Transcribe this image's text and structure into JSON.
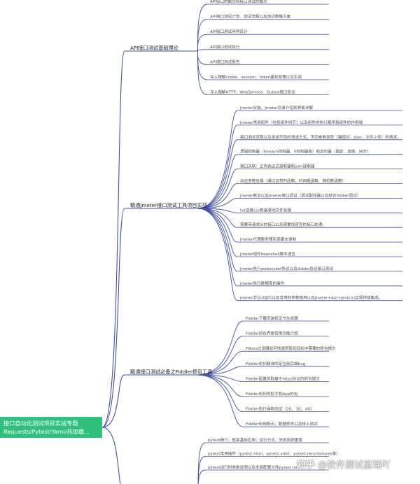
{
  "root": {
    "line1": "接口自动化测试项目实战专题",
    "line2": "Requests/Pytest/Yaml/热加载..."
  },
  "colors": {
    "root_bg": "#2fc07e",
    "line": "#3f4fa8"
  },
  "branches": [
    {
      "label": "API接口测试基础理论",
      "children": [
        "API接口的概念和接口测试的概念",
        "API接口测试计划、测试流程以及测试策略方案",
        "API接口测试用例设计",
        "API接口测试执行",
        "API接口测试报告",
        "深入理解cooke、session、token鉴权原理以及实战",
        "深入理解HTTP、WebService、Dubbo接口协议"
      ]
    },
    {
      "label": "精通Jmeter接口测试工具项目实战",
      "children": [
        "Jmeter安装、Jmeter目录介绍和界面详解",
        "Jmeter常用组件（包括组件树节）以及组件的执行顺序和组件的作用域",
        "接口测试流程以及发送不同的请求方式、不同参数类型（键值对、json、文件上传）的请求。",
        "逻辑控制器（foreach控制器、if控制器等）和定时器（固定、高斯、同步）",
        "接口关联：正则表达式提取器和json提取器",
        "动态参数处理（通过自带的函数，时间戳函数、随机数函数）",
        "Jmeter断言以及Jmeter接口调试（调试取样器以及结合fiddler调试）",
        "txt或者csv数据驱动文件处理",
        "需要带请求头的接口以及需要加密签的接口处理。",
        "Jmeter代理服务器实现脚本录制",
        "Jmeter组件beanshell脚本语言",
        "Jmeter执行websocket协议以及dubbo协议接口测试",
        "Jmeter执行数据库的操作",
        "Jmeter非GUI运行以及常用的参数使用以及Jmeter+Ant+Jenkins实现持续集成。"
      ]
    },
    {
      "label": "精通接口测试必备之Fiddler抓包工具",
      "children": [
        "Fiddler下载安装和证书生成器",
        "Fiddler抓包界面常用功能介绍",
        "Filters过滤器如何快速抓取到目标中需要的抓包报文",
        "Fiddler如何精准的定位前后端bug",
        "Fiddler配置抓取基于https协议的抓包报文",
        "Fiddler如何抓取手机App的包",
        "Fiddler执行弱网测试（2G、3G、4G）",
        "Fiddler利用断点，数据修改以及线上调试"
      ]
    },
    {
      "label": "",
      "children": [
        "pytest简介，框架基础应用，运行方式，失败用例重跑",
        "pytest常用插件（pytest-html、pytest-xdist、pytest-rerunfailures等）",
        "pytest运行时参数说明以及全局配置文件pytest.ini"
      ]
    }
  ],
  "watermark": {
    "site": "知乎",
    "handle": "@软件测试星瑶吖"
  }
}
